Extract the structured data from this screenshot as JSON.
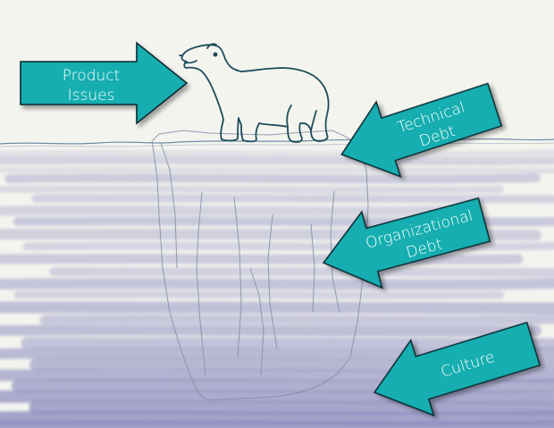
{
  "colors": {
    "background": "#f4f4ef",
    "water": "#8c8cc0",
    "arrow_fill": "#12aeb0",
    "arrow_stroke": "#0c2a30",
    "bear_line": "#1d4d5c",
    "iceberg_line": "#7f8fa6",
    "waterline": "#6f8ca8"
  },
  "icons": {
    "bear": "polar-bear-icon",
    "iceberg": "iceberg-outline-icon"
  },
  "arrows": [
    {
      "id": "product-issues",
      "line1": "Product",
      "line2": "Issues"
    },
    {
      "id": "technical-debt",
      "line1": "Technical",
      "line2": "Debt"
    },
    {
      "id": "organizational-debt",
      "line1": "Organizational",
      "line2": "Debt"
    },
    {
      "id": "culture",
      "line1": "Culture",
      "line2": ""
    }
  ]
}
